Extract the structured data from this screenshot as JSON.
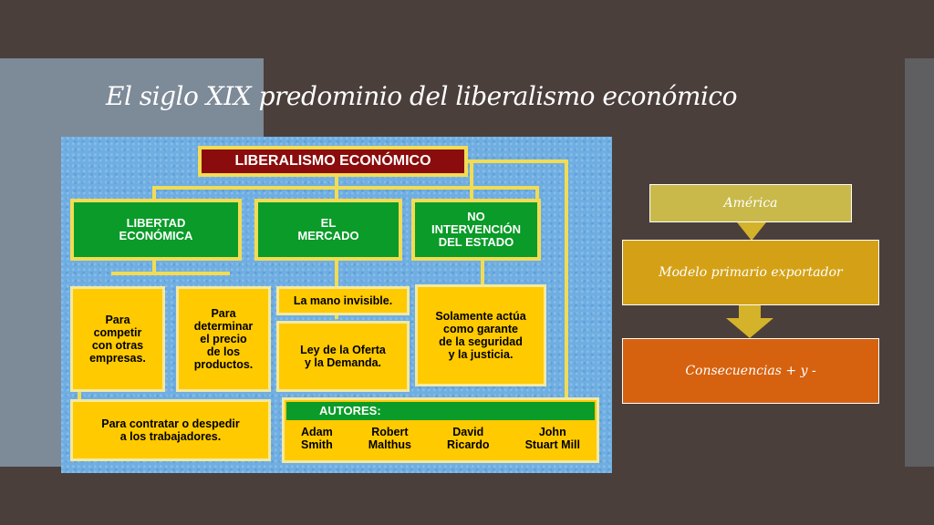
{
  "title": "El siglo XIX predominio del liberalismo económico",
  "diagram": {
    "root": "LIBERALISMO ECONÓMICO",
    "pillars": [
      "LIBERTAD\nECONÓMICA",
      "EL\nMERCADO",
      "NO\nINTERVENCIÓN\nDEL ESTADO"
    ],
    "libertad_items": [
      "Para\ncompetir\ncon otras\nempresas.",
      "Para\ndeterminar\nel precio\nde los\nproductos.",
      "Para contratar o despedir\na los trabajadores."
    ],
    "mercado_items": [
      "La mano invisible.",
      "Ley de la Oferta\ny la Demanda."
    ],
    "estado_item": "Solamente actúa\ncomo garante\nde la seguridad\ny la justicia.",
    "authors_label": "AUTORES:",
    "authors": [
      "Adam\nSmith",
      "Robert\nMalthus",
      "David\nRicardo",
      "John\nStuart Mill"
    ]
  },
  "flow": [
    {
      "label": "América",
      "color": "#c8b94a"
    },
    {
      "label": "Modelo primario exportador",
      "color": "#d4a116"
    },
    {
      "label": "Consecuencias + y -",
      "color": "#d6620f"
    }
  ],
  "colors": {
    "background": "#4a3f3b",
    "slate": "#7d8a98",
    "diagram_bg": "#6faee2",
    "yellow_box": "#ffca00",
    "green_box": "#0a9b28",
    "root_box": "#8b0c0c",
    "arrow": "#d4b22a"
  }
}
